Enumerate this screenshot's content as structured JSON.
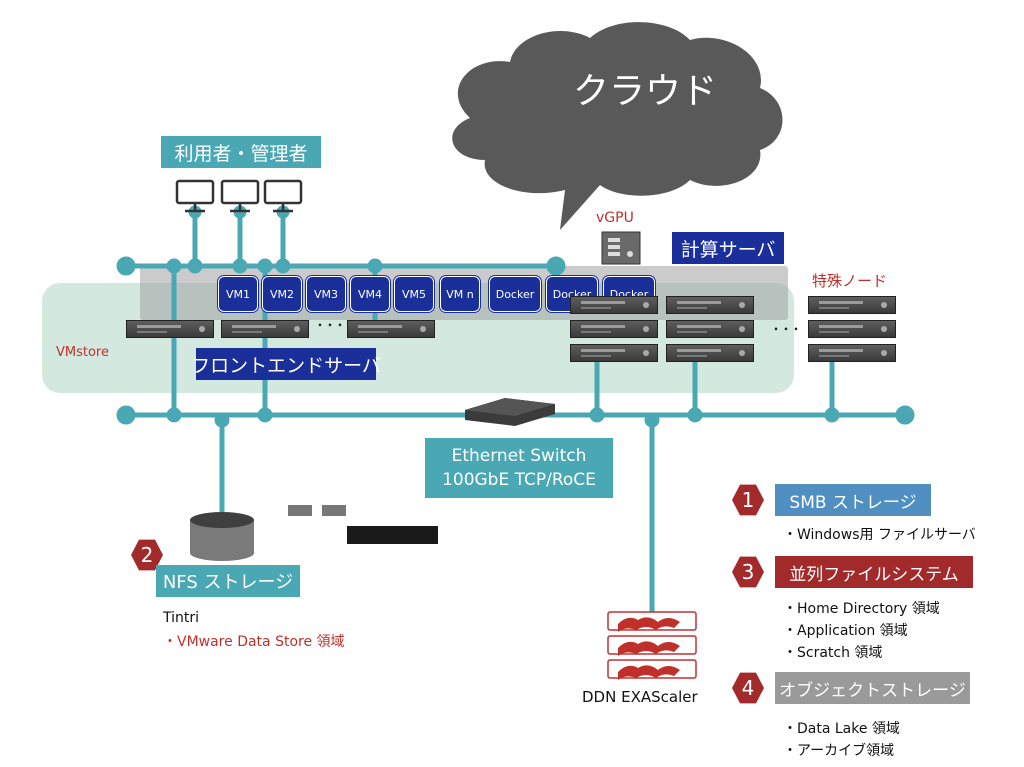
{
  "cloud": {
    "label": "クラウド"
  },
  "users": {
    "label": "利用者・管理者"
  },
  "vgpu": {
    "label": "vGPU"
  },
  "compute": {
    "label": "計算サーバ"
  },
  "special": {
    "label": "特殊ノード"
  },
  "vmstore": {
    "label": "VMstore"
  },
  "frontend": {
    "label": "フロントエンドサーバ"
  },
  "vms": [
    "VM1",
    "VM2",
    "VM3",
    "VM4",
    "VM5",
    "VM n"
  ],
  "dockers": [
    "Docker",
    "Docker",
    "Docker"
  ],
  "ellipsis": "･･･",
  "switch": {
    "line1": "Ethernet Switch",
    "line2": "100GbE TCP/RoCE"
  },
  "nfs": {
    "number": "2",
    "label": "NFS ストレージ",
    "vendor": "Tintri",
    "item": "・VMware Data Store 領域"
  },
  "ddn": {
    "label": "DDN EXAScaler"
  },
  "storage": [
    {
      "number": "1",
      "label": "SMB ストレージ",
      "items": [
        "・Windows用 ファイルサーバ"
      ]
    },
    {
      "number": "3",
      "label": "並列ファイルシステム",
      "items": [
        "・Home Directory 領域",
        "・Application 領域",
        "・Scratch 領域"
      ]
    },
    {
      "number": "4",
      "label": "オブジェクトストレージ",
      "items": [
        "・Data Lake 領域",
        "・アーカイブ領域"
      ]
    }
  ],
  "colors": {
    "teal": "#4aa8b4",
    "navy": "#1a2f9a",
    "red": "#a32a2a",
    "smb_blue": "#4f8fc2",
    "gray_label": "#9a9a9a",
    "vmstore_bg": "#d3e9e0"
  }
}
